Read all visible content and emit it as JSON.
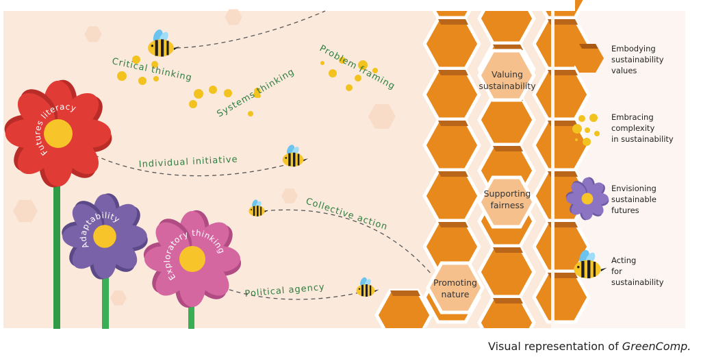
{
  "competences": {
    "critical_thinking": "Critical thinking",
    "problem_framing": "Problem framing",
    "systems_thinking": "Systems thinking",
    "futures_literacy": "Futures literacy",
    "adaptability": "Adaptability",
    "exploratory_thinking": "Exploratory thinking",
    "individual_initiative": "Individual initiative",
    "collective_action": "Collective action",
    "political_agency": "Political agency",
    "valuing_sustainability": [
      "Valuing",
      "sustainability"
    ],
    "supporting_fairness": [
      "Supporting",
      "fairness"
    ],
    "promoting_nature": [
      "Promoting",
      "nature"
    ]
  },
  "legend": [
    {
      "icon": "hexagon-icon",
      "lines": [
        "Embodying",
        "sustainability",
        "values"
      ]
    },
    {
      "icon": "pollen-dots-icon",
      "lines": [
        "Embracing",
        "complexity",
        "in sustainability"
      ]
    },
    {
      "icon": "flower-icon",
      "lines": [
        "Envisioning",
        "sustainable",
        "futures"
      ]
    },
    {
      "icon": "bee-icon",
      "lines": [
        "Acting",
        "for",
        "sustainability"
      ]
    }
  ],
  "caption": {
    "prefix": "Visual representation of ",
    "name": "GreenComp."
  },
  "colors": {
    "background": "#fbe9dc",
    "legend_bg": "#fdf5f1",
    "honey": "#e8891d",
    "honey_light": "#f6c08c",
    "text_green": "#2e7d3e",
    "red": "#e03b35",
    "purple": "#7a62a8",
    "pink": "#d466a0",
    "center": "#f7c429"
  }
}
